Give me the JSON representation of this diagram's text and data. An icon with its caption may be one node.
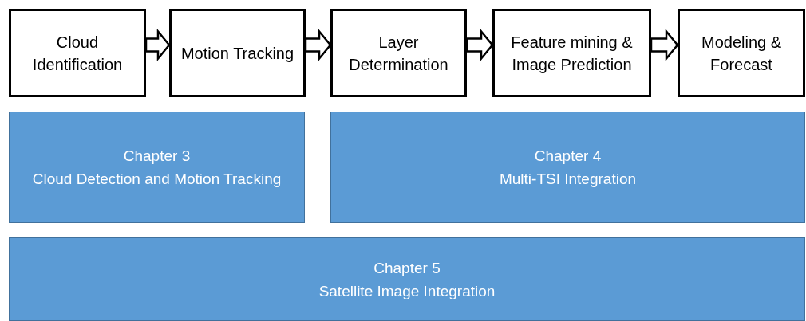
{
  "diagram": {
    "nodes": [
      {
        "text": [
          "Cloud Identification"
        ]
      },
      {
        "text": [
          "Motion Tracking"
        ]
      },
      {
        "text": [
          "Layer Determination"
        ]
      },
      {
        "text": [
          "Feature mining & Image Prediction"
        ]
      },
      {
        "text": [
          "Modeling & Forecast"
        ]
      },
      {
        "text": [
          "Chapter 3",
          "Cloud Detection and Motion Tracking"
        ]
      },
      {
        "text": [
          "Chapter 4",
          "Multi-TSI Integration"
        ]
      },
      {
        "text": [
          "Chapter 5",
          "Satellite Image Integration"
        ]
      }
    ],
    "edges": [
      {
        "from": 0,
        "to": 1,
        "arrow": "to"
      },
      {
        "from": 1,
        "to": 2,
        "arrow": "to"
      },
      {
        "from": 2,
        "to": 3,
        "arrow": "to"
      },
      {
        "from": 3,
        "to": 4,
        "arrow": "to"
      }
    ]
  }
}
